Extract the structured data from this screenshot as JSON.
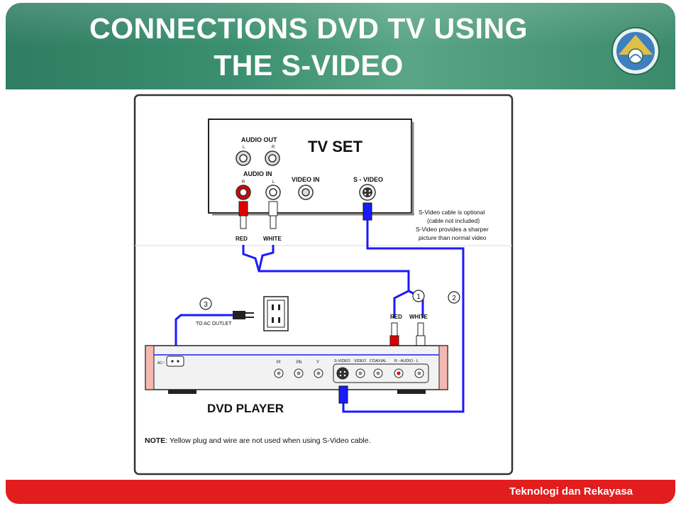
{
  "slide": {
    "title_line1": "CONNECTIONS DVD TV USING",
    "title_line2": "THE S-VIDEO",
    "footer": "Teknologi dan Rekayasa"
  },
  "tv": {
    "label": "TV SET",
    "audio_out": "AUDIO OUT",
    "audio_out_l": "L",
    "audio_out_r": "R",
    "audio_in": "AUDIO IN",
    "audio_in_r": "R",
    "audio_in_l": "L",
    "video_in": "VIDEO IN",
    "s_video": "S - VIDEO"
  },
  "cables": {
    "red": "RED",
    "white": "WHITE",
    "red2": "RED",
    "white2": "WHITE",
    "step1": "1",
    "step2": "2",
    "step3": "3",
    "to_ac_outlet": "TO AC OUTLET",
    "note_line1": "S-Video cable is optional",
    "note_line2": "(cable not included)",
    "note_line3": "S-Video provides a sharper",
    "note_line4": "picture than normal video"
  },
  "dvd": {
    "label": "DVD PLAYER",
    "ac": "AC~",
    "pr": "Pr",
    "pb": "Pb",
    "y": "Y",
    "s_video": "S-VIDEO",
    "video": "VIDEO",
    "coaxial": "COAXIAL",
    "audio": "R - AUDIO - L"
  },
  "note": {
    "prefix": "NOTE",
    "text": ": Yellow plug and wire are not used when using S-Video cable."
  },
  "colors": {
    "header_green": "#3b8f70",
    "footer_red": "#e21d1d",
    "cable_blue": "#1a1aff",
    "plug_red": "#e00000"
  }
}
